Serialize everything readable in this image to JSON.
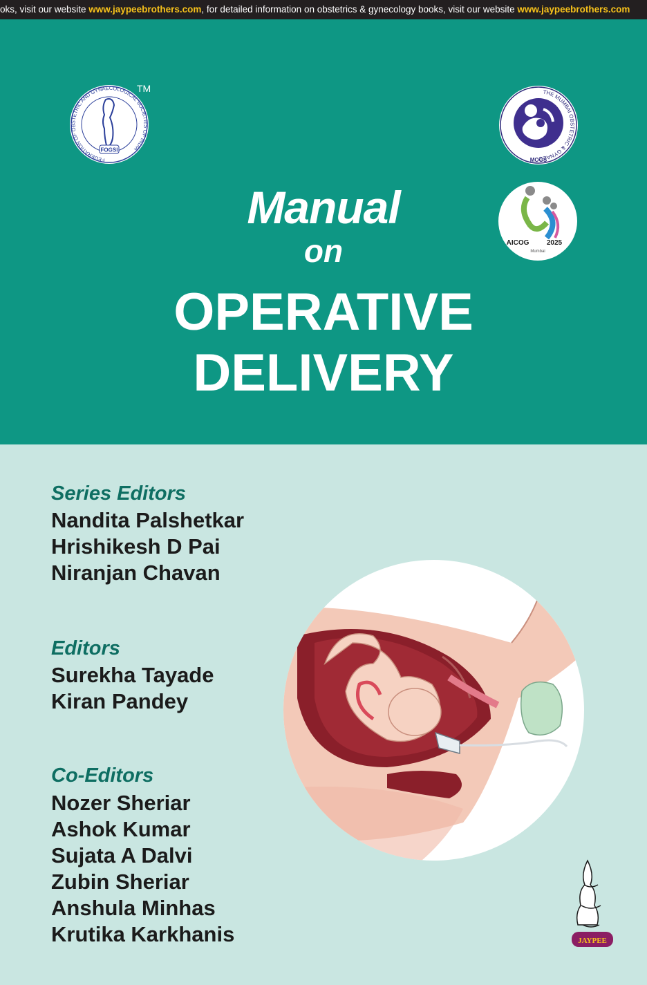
{
  "top_banner": {
    "text_1": "oks, visit our website ",
    "link_1": "www.jaypeebrothers.com",
    "text_2": ", for detailed information on obstetrics & gynecology books, visit our website ",
    "link_2": "www.jaypeebrothers.com"
  },
  "logos": {
    "fogsi": {
      "name": "fogsi-logo",
      "trademark": "TM",
      "text": "FEDERATION OF OBSTETRIC AND GYNAECOLOGICAL SOCIETIES OF INDIA",
      "badge": "FOGSI"
    },
    "mogs": {
      "name": "mogs-logo",
      "text": "THE MUMBAI OBSTETRIC & GYNAECOLOGICAL SOCIETY",
      "badge": "MOGS"
    },
    "aicog": {
      "name": "aicog-logo",
      "label_left": "AICOG",
      "label_right": "2025",
      "city": "Mumbai"
    }
  },
  "title": {
    "line1": "Manual",
    "line2": "on",
    "line3": "OPERATIVE",
    "line4": "DELIVERY"
  },
  "series_editors": {
    "heading": "Series Editors",
    "names": [
      "Nandita Palshetkar",
      "Hrishikesh D Pai",
      "Niranjan Chavan"
    ]
  },
  "editors": {
    "heading": "Editors",
    "names": [
      "Surekha Tayade",
      "Kiran Pandey"
    ]
  },
  "co_editors": {
    "heading": "Co-Editors",
    "names": [
      "Nozer Sheriar",
      "Ashok Kumar",
      "Sujata A Dalvi",
      "Zubin Sheriar",
      "Anshula Minhas",
      "Krutika Karkhanis"
    ]
  },
  "publisher": {
    "name": "JAYPEE"
  },
  "colors": {
    "teal": "#0e9784",
    "light_teal": "#c9e6e1",
    "heading_teal": "#0e6e62",
    "banner_bg": "#231f20",
    "banner_link": "#f7c21b"
  }
}
